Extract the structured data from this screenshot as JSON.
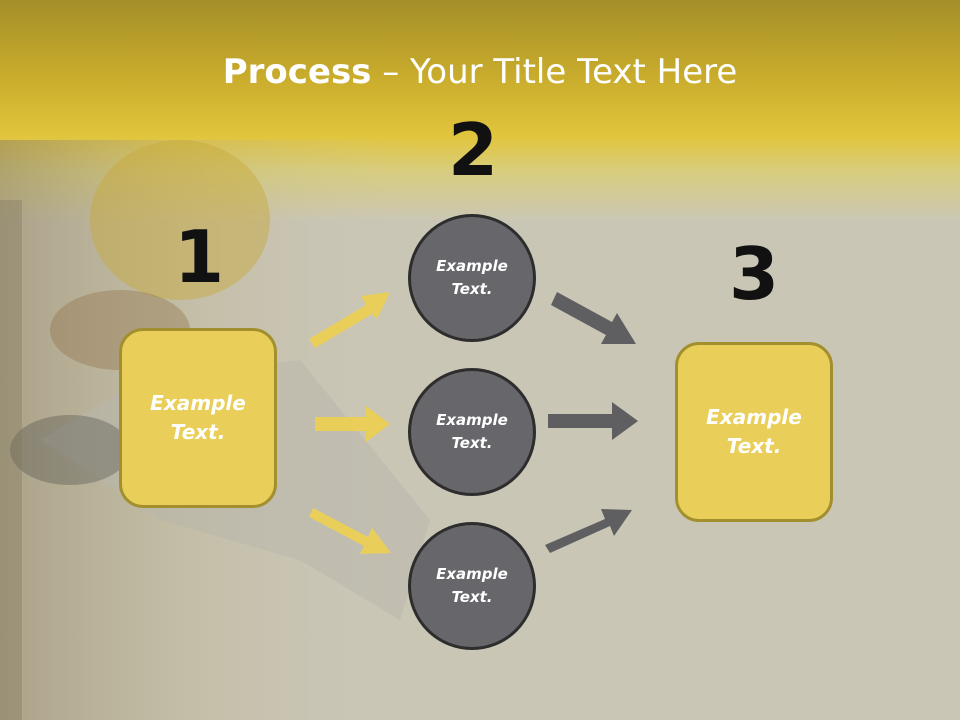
{
  "title": {
    "bold": "Process",
    "rest": " – Your Title Text Here"
  },
  "steps": [
    {
      "number": "1",
      "text": "Example\nText."
    },
    {
      "number": "2",
      "texts": [
        "Example\nText.",
        "Example\nText.",
        "Example\nText."
      ]
    },
    {
      "number": "3",
      "text": "Example\nText."
    }
  ],
  "colors": {
    "box_fill": "#e9cf5a",
    "circle_fill": "#67666a",
    "arrow_yellow": "#e9cf5a",
    "arrow_gray": "#5f5e60"
  }
}
